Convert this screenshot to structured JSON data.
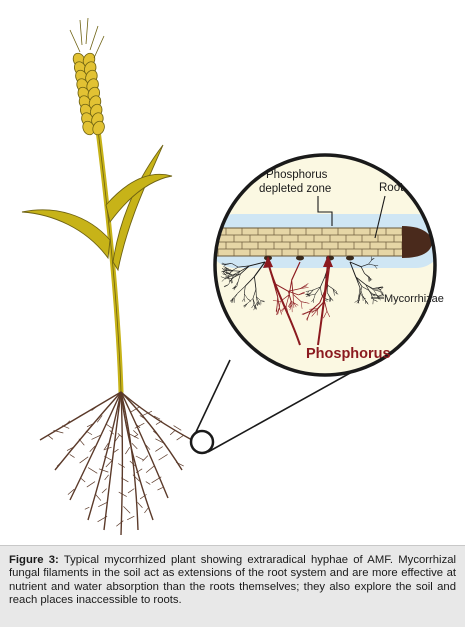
{
  "labels": {
    "depleted_zone_line1": "Phosphorus",
    "depleted_zone_line2": "depleted zone",
    "root": "Root",
    "mycorrhizae": "Mycorrhizae",
    "phosphorus": "Phosphorus"
  },
  "caption": {
    "figure_label": "Figure 3:",
    "text": "Typical mycorrhized plant showing extraradical hyphae of AMF. Mycorrhizal fungal filaments in the soil act as extensions of the root system and are more effective at nutrient and water absorption than the roots themselves; they also explore the soil and reach places inaccessible to roots."
  },
  "colors": {
    "stem": "#c7b318",
    "wheat_head": "#e2c233",
    "roots": "#5b3a2a",
    "depleted_zone": "#cfe6f4",
    "root_tip": "#4a2a1c",
    "hyphae": "#8b1a1f",
    "magnifier_bg": "#fbf8e2"
  }
}
